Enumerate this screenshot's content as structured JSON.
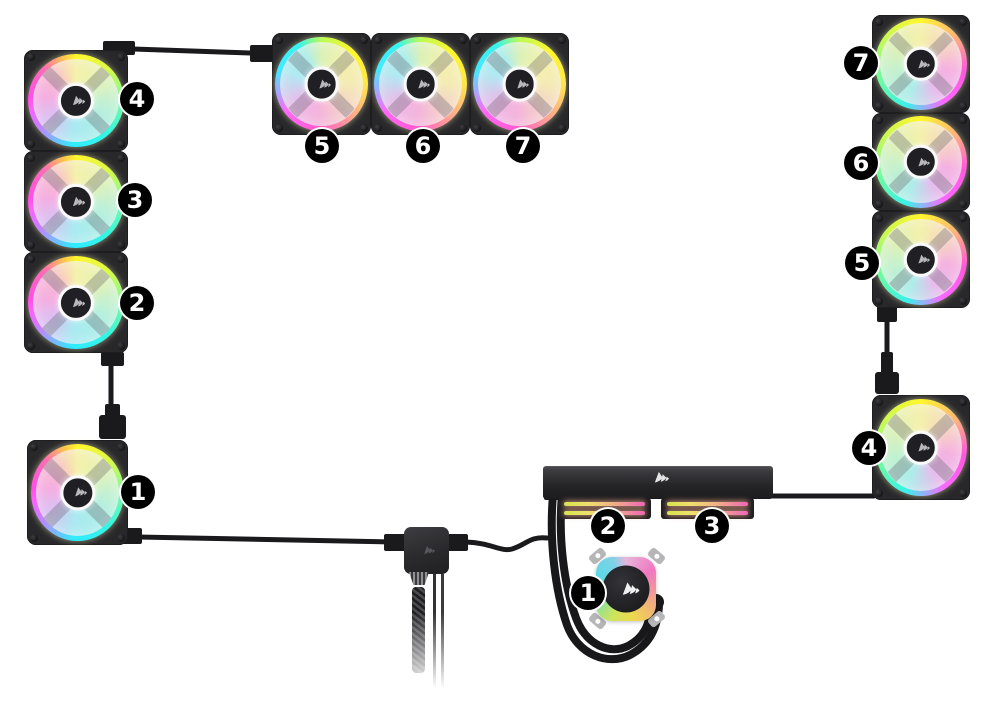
{
  "colors": {
    "background": "#ffffff",
    "fan_frame": "#28282b",
    "cable": "#1a1a1d",
    "badge_bg": "#000000",
    "badge_text": "#ffffff",
    "rgb_yellow": "#f0e84e",
    "rgb_pink": "#f055c8",
    "rgb_cyan": "#4fe0dc"
  },
  "icons": {
    "brand_logo": "corsair-sails-logo"
  },
  "chain_left": {
    "column_fans": [
      {
        "badge": "4"
      },
      {
        "badge": "3"
      },
      {
        "badge": "2"
      }
    ],
    "corner_fan": {
      "badge": "1"
    },
    "top_row_fans": [
      {
        "badge": "5"
      },
      {
        "badge": "6"
      },
      {
        "badge": "7"
      }
    ]
  },
  "chain_right": {
    "column_fans": [
      {
        "badge": "7"
      },
      {
        "badge": "6"
      },
      {
        "badge": "5"
      }
    ],
    "corner_fan": {
      "badge": "4"
    },
    "radiator_fans": [
      {
        "badge": "2"
      },
      {
        "badge": "3"
      }
    ],
    "pump": {
      "badge": "1"
    }
  }
}
